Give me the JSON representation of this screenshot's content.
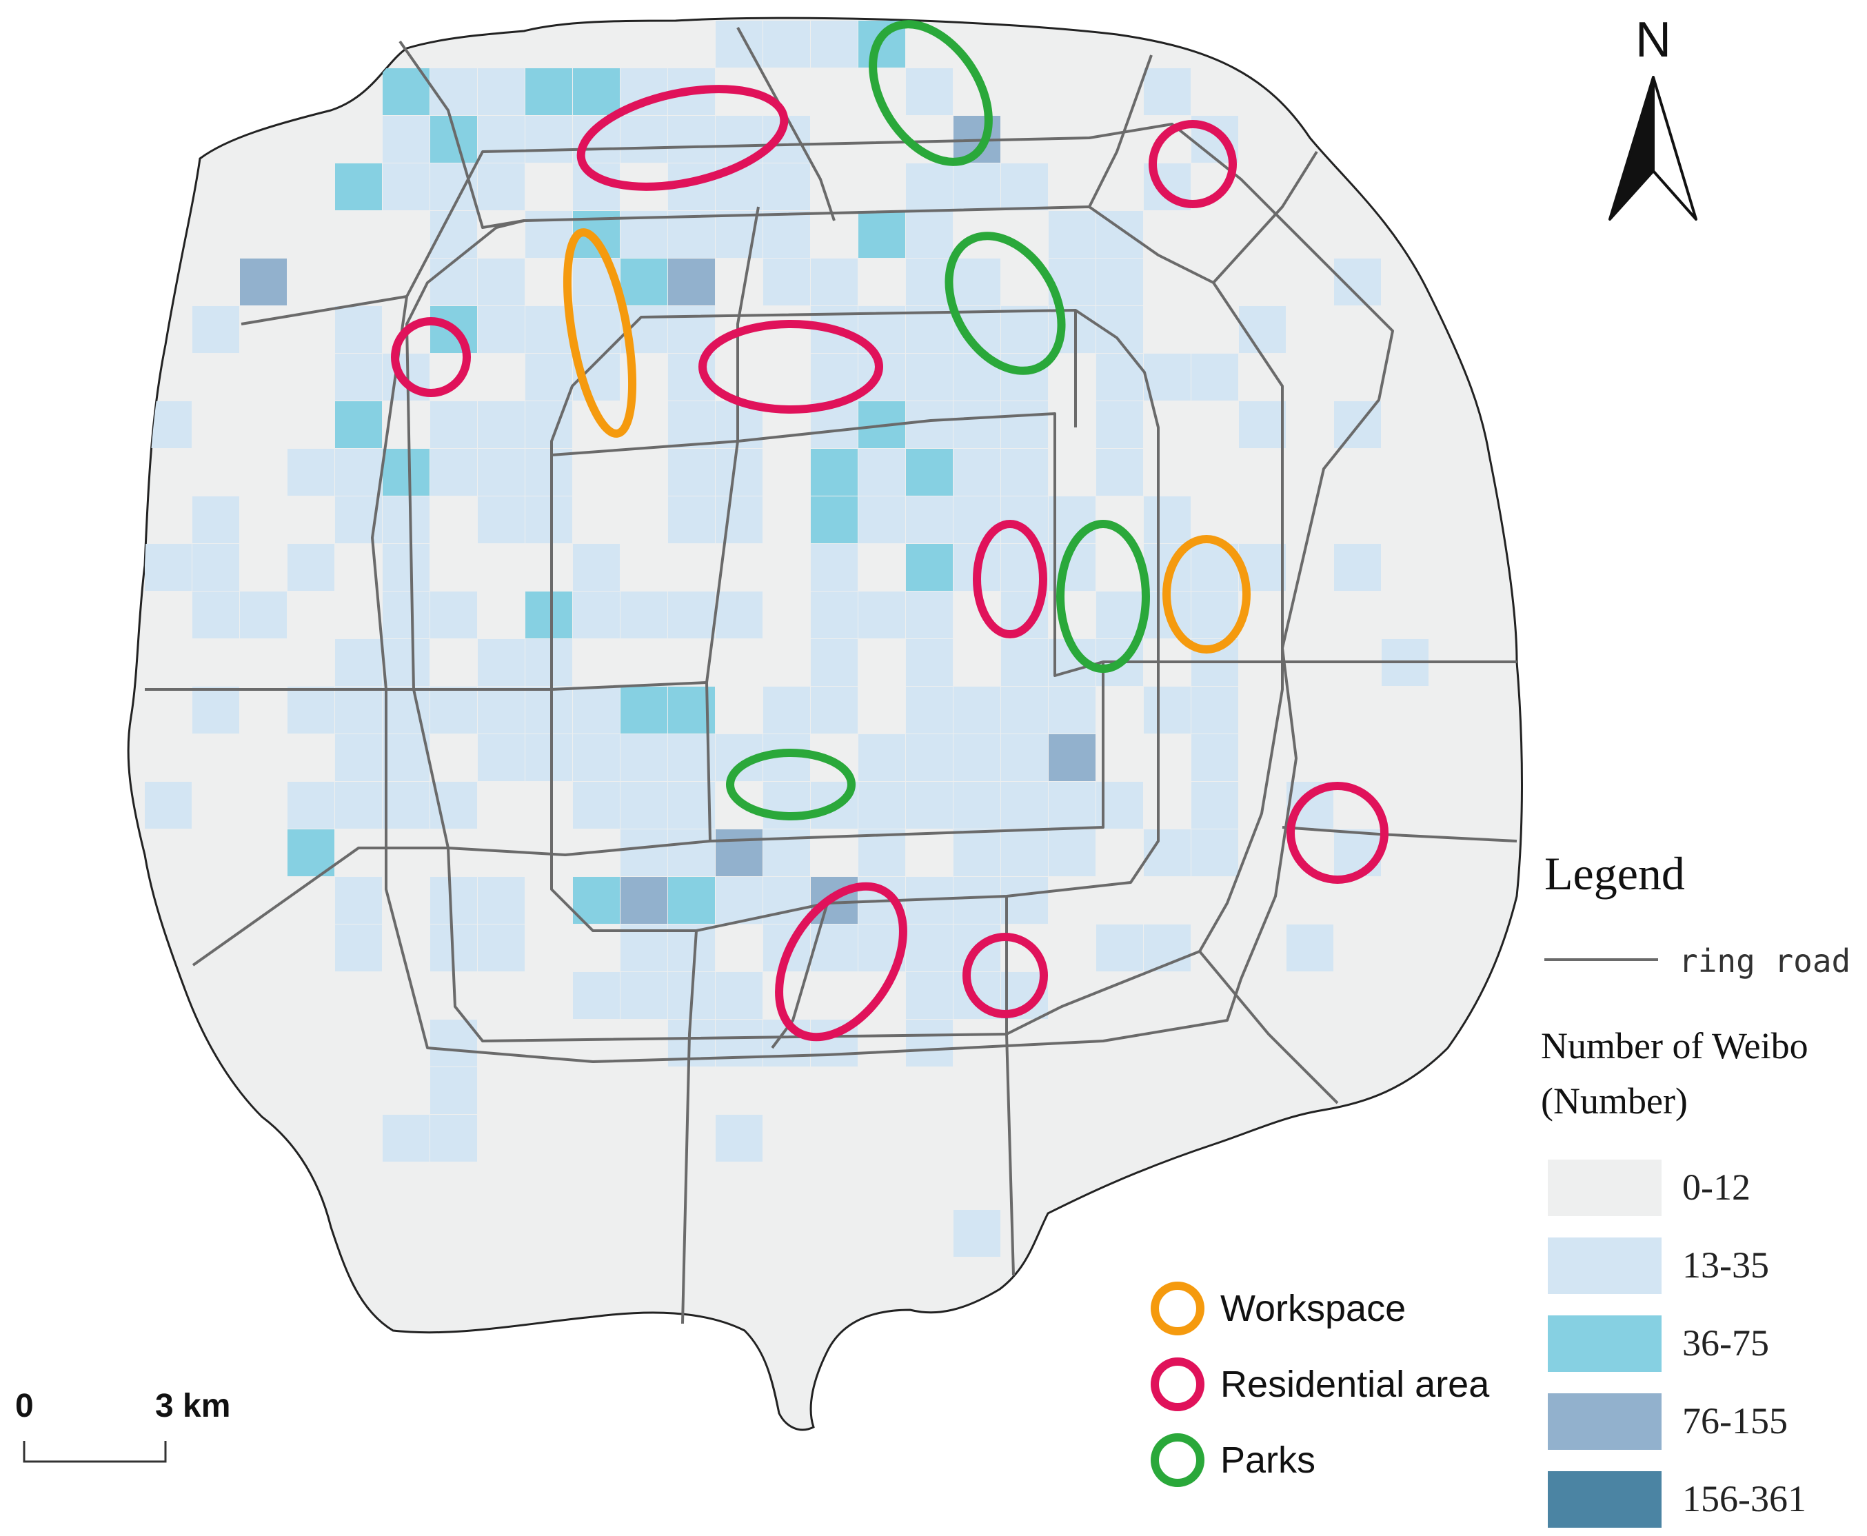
{
  "north_label": "N",
  "legend": {
    "title": "Legend",
    "ring_road_label": "ring road",
    "weibo_title_line1": "Number of Weibo",
    "weibo_title_line2": "(Number)",
    "classes": [
      {
        "label": "0-12",
        "color": "#eeefef"
      },
      {
        "label": "13-35",
        "color": "#d3e5f3"
      },
      {
        "label": "36-75",
        "color": "#86d0e2"
      },
      {
        "label": "76-155",
        "color": "#92b1cd"
      },
      {
        "label": "156-361",
        "color": "#4b84a3"
      }
    ]
  },
  "markers": [
    {
      "label": "Workspace",
      "color": "#f59a0e"
    },
    {
      "label": "Residential area",
      "color": "#e0125a"
    },
    {
      "label": "Parks",
      "color": "#2aa83a"
    }
  ],
  "scale_bar": {
    "start_label": "0",
    "end_label": "3 km"
  },
  "colors": {
    "boundary_fill": "#eeefef",
    "boundary_stroke": "#222222",
    "road": "#666666"
  }
}
